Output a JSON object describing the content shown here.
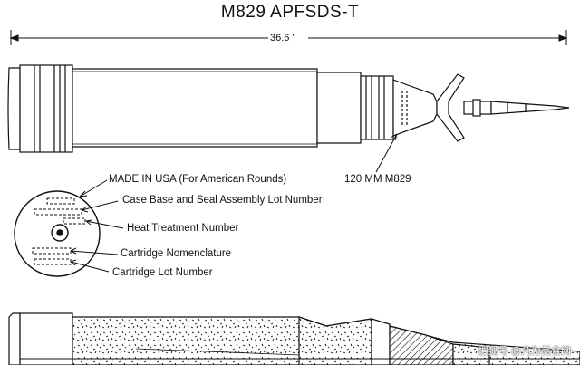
{
  "title": "M829 APFSDS-T",
  "dimension": "36.6 ”",
  "round_label": "120 MM M829",
  "base_markings": [
    "MADE IN USA (For American Rounds)",
    "Case Base and Seal Assembly Lot Number",
    "Heat Treatment Number",
    "Cartridge Nomenclature",
    "Cartridge Lot Number"
  ],
  "watermark": "搜狐号 @凡为美食网",
  "colors": {
    "ink": "#111111",
    "paper": "#ffffff"
  }
}
